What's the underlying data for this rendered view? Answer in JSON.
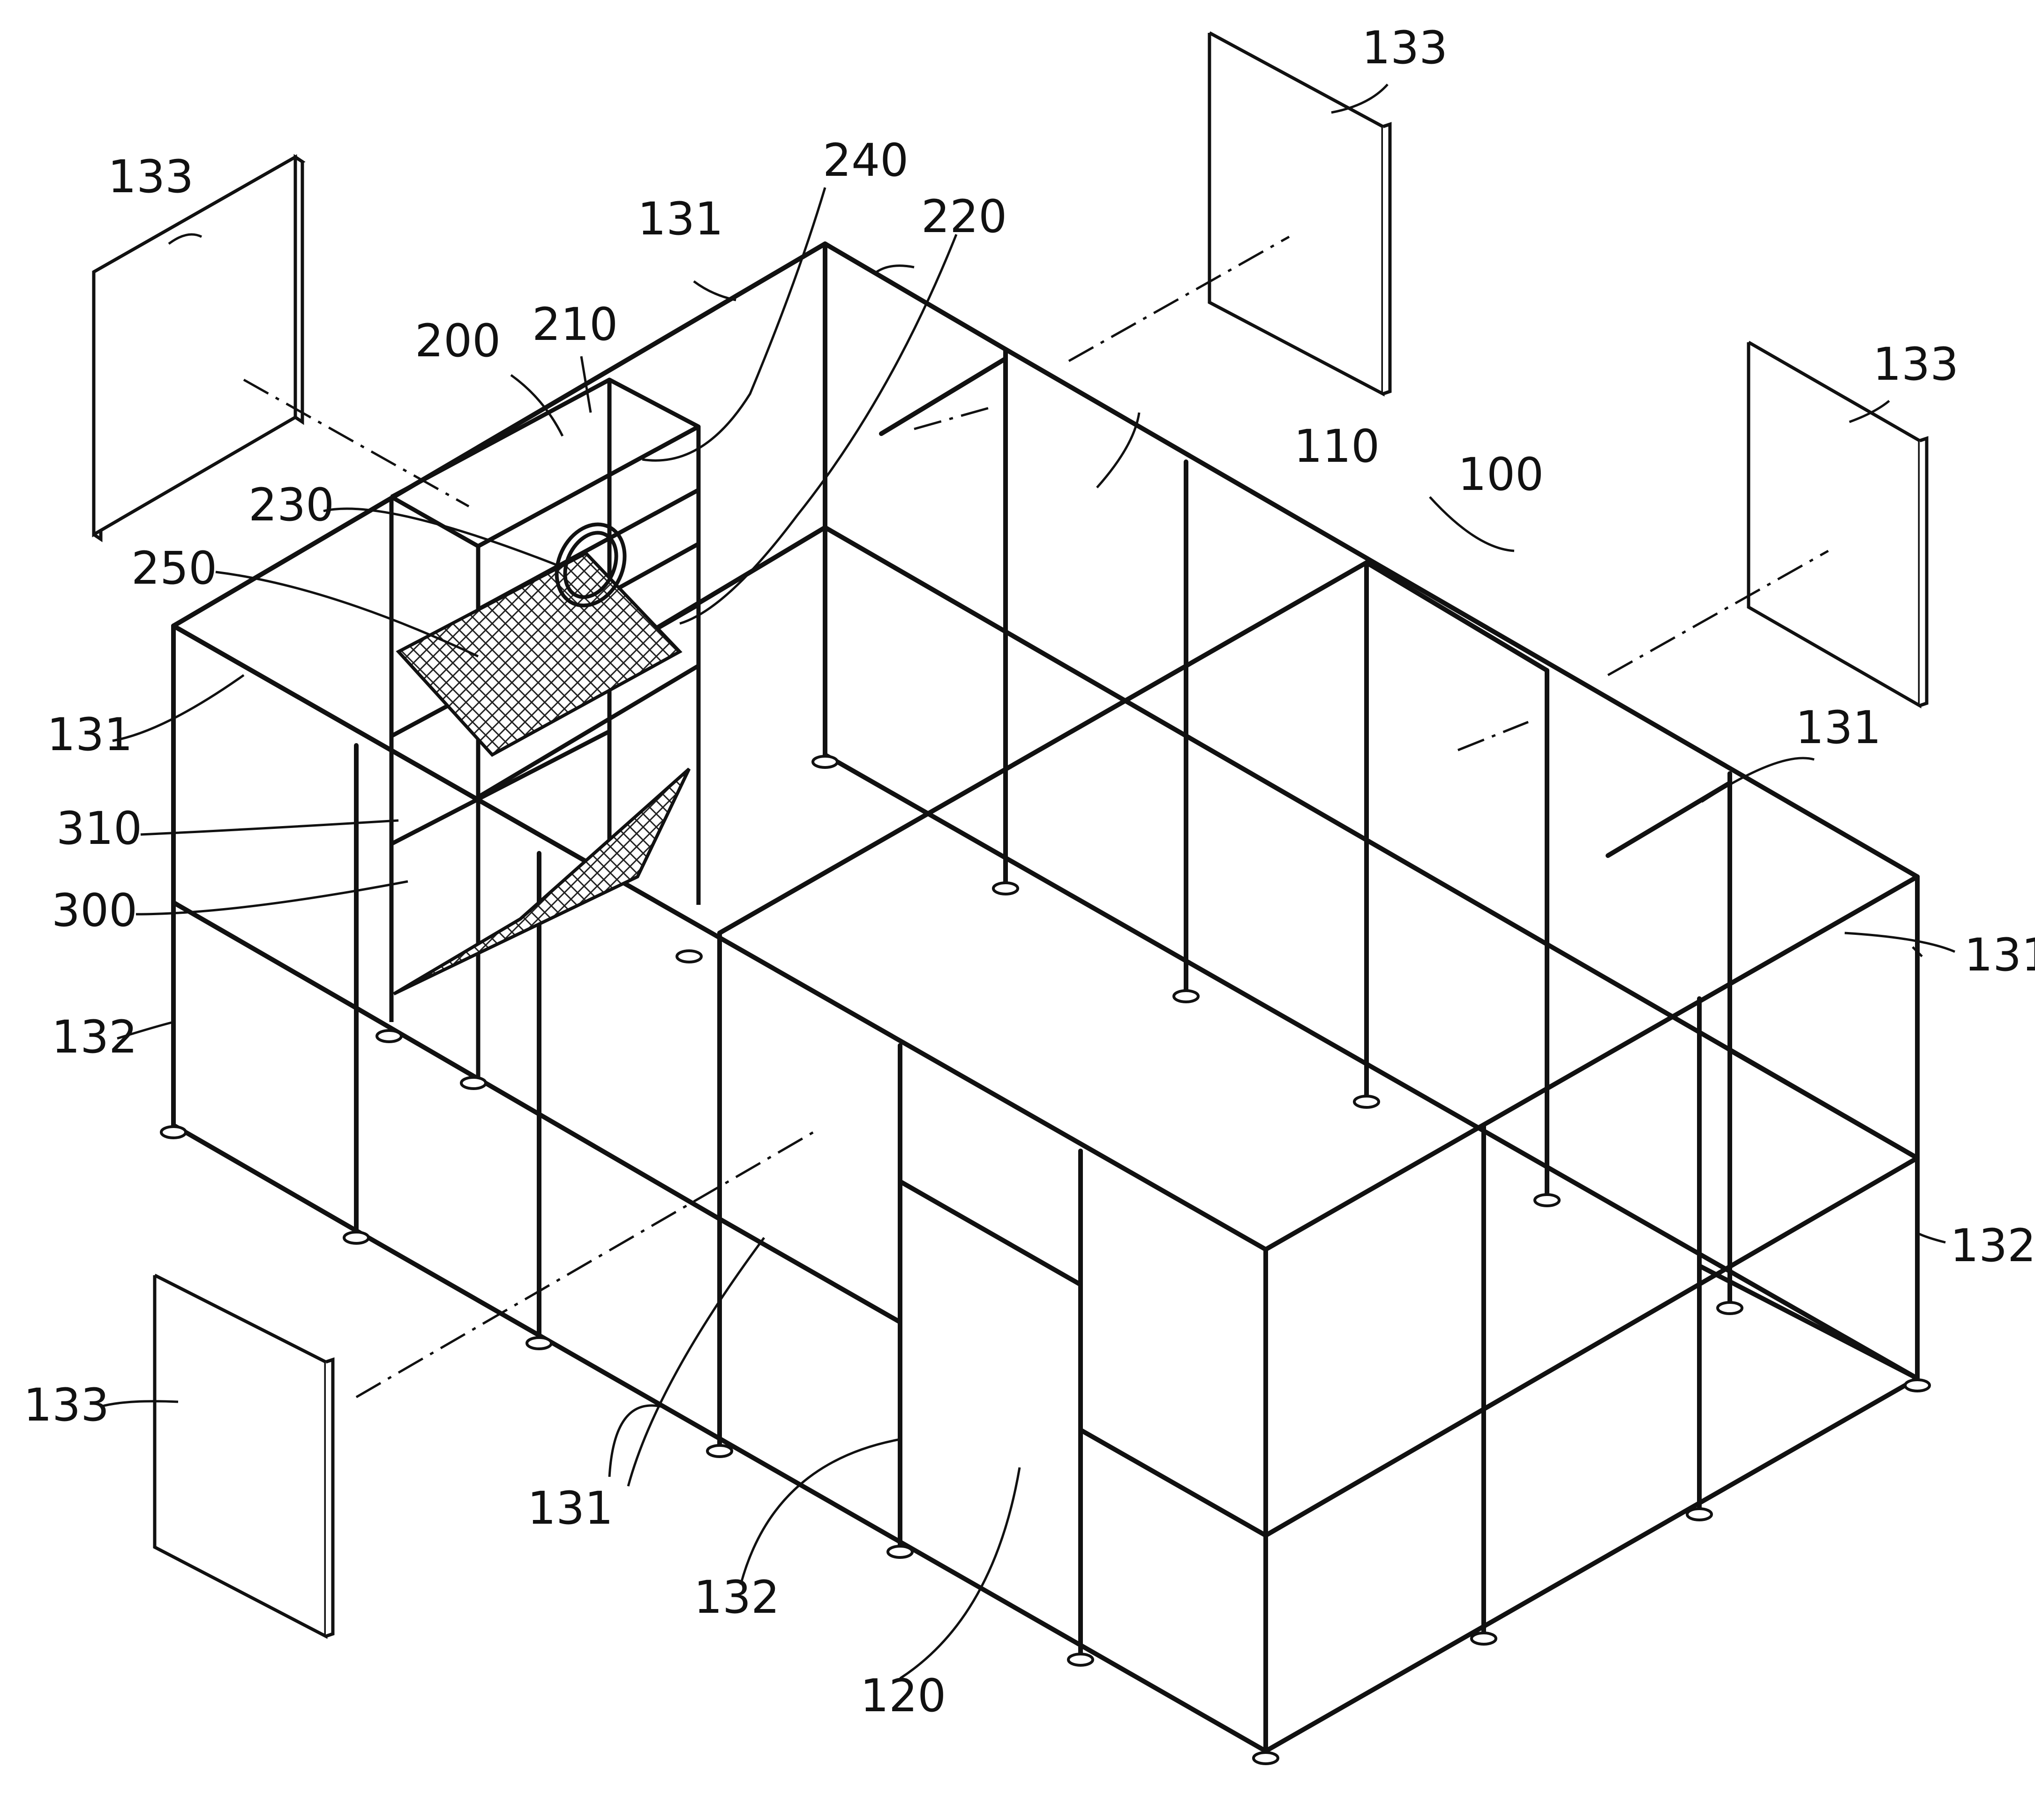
{
  "figure": {
    "labels": {
      "panel_top_left": "133",
      "panel_top_center": "133",
      "panel_right": "133",
      "panel_bottom_left": "133",
      "frame_main": "100",
      "top_area": "110",
      "front_area": "120",
      "top_beam": "131",
      "left_beam": "131",
      "right_beam_upper": "131",
      "right_beam_lower": "131",
      "front_beams": "131",
      "left_post": "132",
      "right_post": "132",
      "front_post": "132",
      "unit_200": "200",
      "unit_210": "210",
      "unit_220": "220",
      "unit_230": "230",
      "unit_240": "240",
      "unit_250": "250",
      "unit_300": "300",
      "unit_310": "310"
    }
  }
}
